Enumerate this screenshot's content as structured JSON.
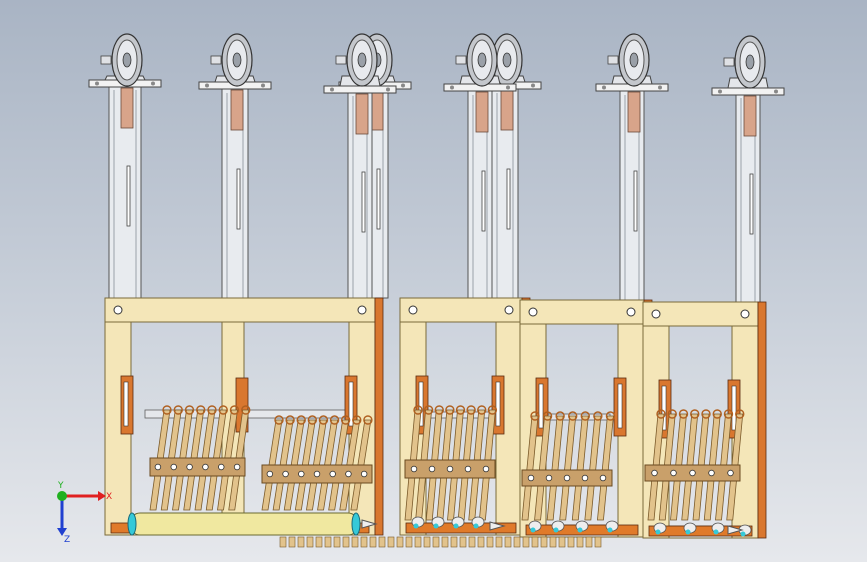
{
  "viewport": {
    "background_top": "#a9b4c4",
    "background_bottom": "#e6e8ec"
  },
  "colors": {
    "frame_cream": "#f4e6b8",
    "frame_edge": "#7a6a3a",
    "plate_orange": "#d9772f",
    "tine_tan": "#e2c38c",
    "column_grey": "#e8ebef",
    "copper_sleeve": "#d8a48a",
    "wheel_grey": "#c4c7cc",
    "roller_yellow": "#f0e8a0",
    "roller_cyan": "#35c9d8"
  },
  "triad": {
    "x_label": "X",
    "y_label": "Y",
    "z_label": "Z",
    "x_color": "#e02020",
    "y_color": "#20b020",
    "z_color": "#2040d0"
  }
}
